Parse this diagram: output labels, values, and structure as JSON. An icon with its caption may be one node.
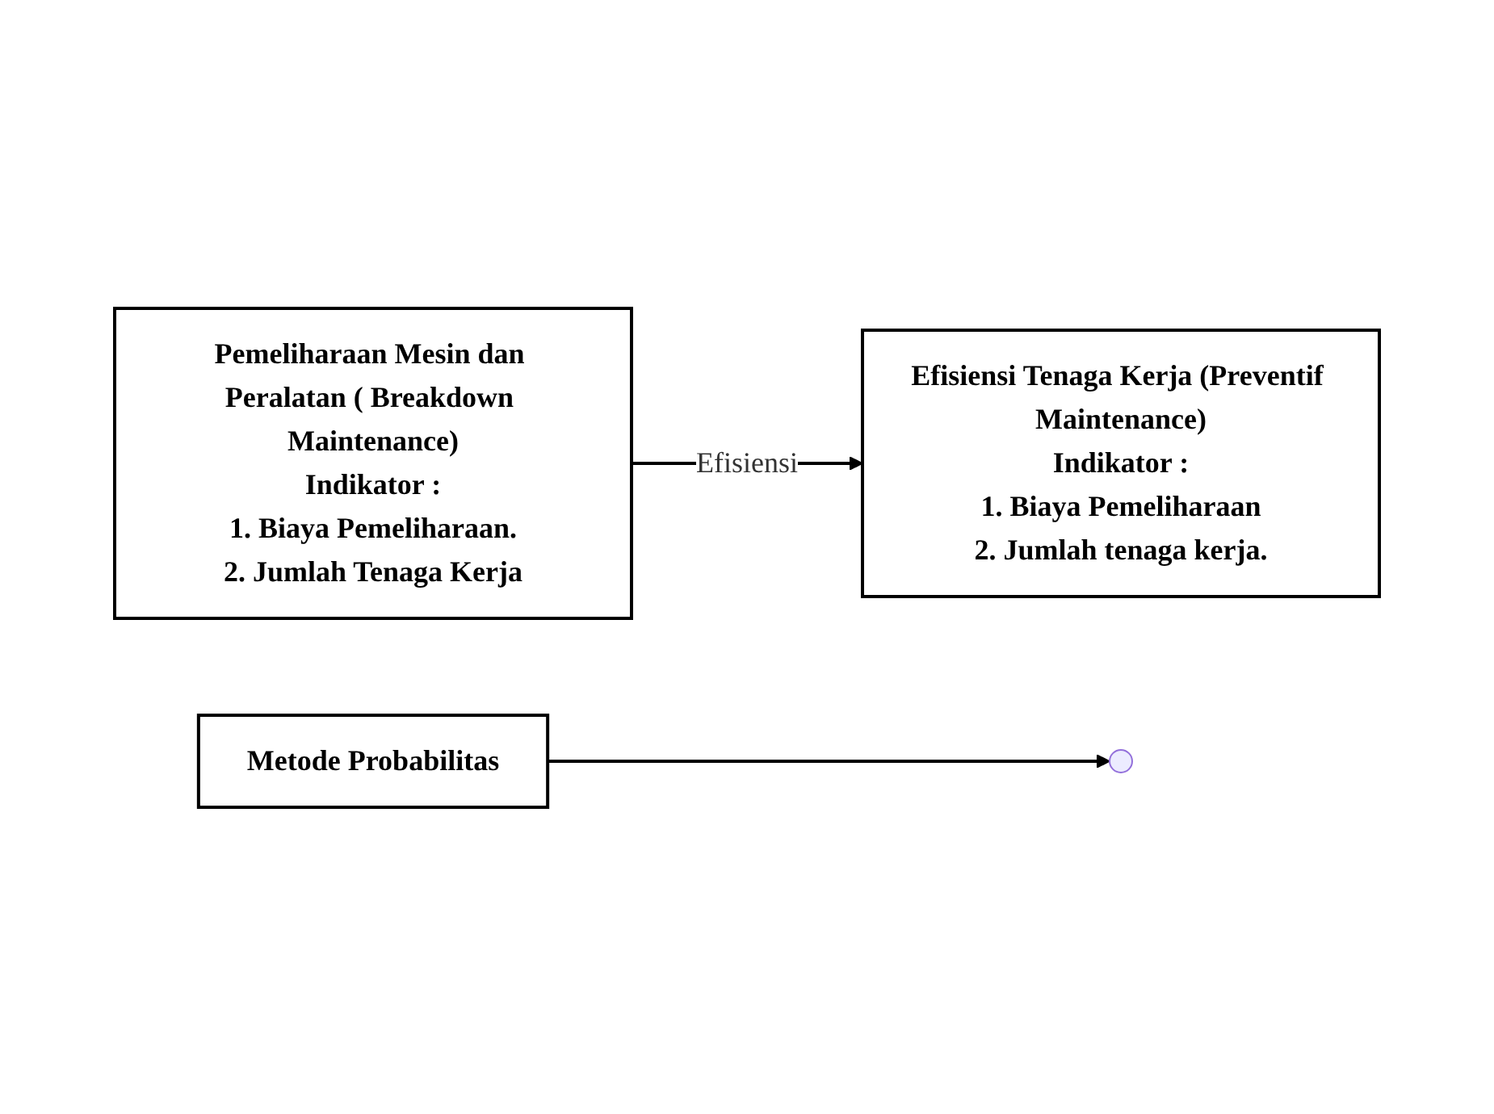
{
  "diagram": {
    "nodes": [
      {
        "text": [
          "Pemeliharaan Mesin dan Peralatan ( Breakdown Maintenance)",
          "Indikator :",
          "1. Biaya Pemeliharaan.",
          "2. Jumlah Tenaga Kerja"
        ]
      },
      {
        "text": [
          "Efisiensi Tenaga Kerja (Preventif Maintenance)",
          "Indikator :",
          "1. Biaya Pemeliharaan",
          "2. Jumlah tenaga kerja."
        ]
      },
      {
        "text": [
          "Metode Probabilitas"
        ]
      }
    ],
    "edges": [
      {
        "from": 0,
        "to": 1,
        "arrow": "to",
        "label": "Efisiensi"
      },
      {
        "from": 2,
        "to": null,
        "arrow": "to"
      }
    ]
  }
}
